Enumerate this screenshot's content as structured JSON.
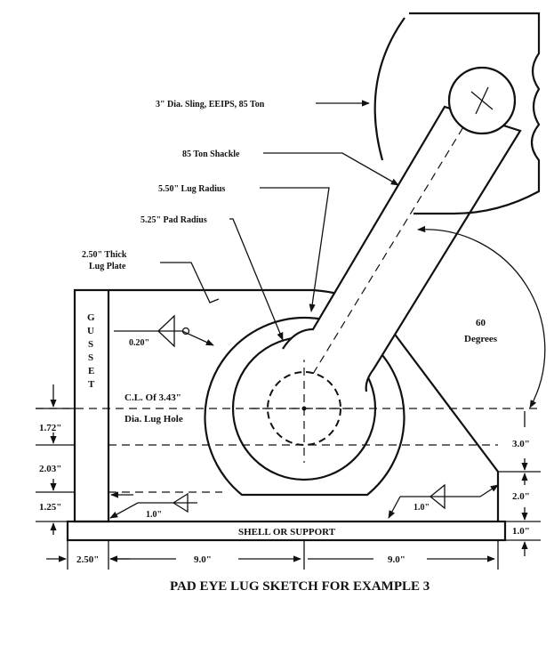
{
  "title": "PAD EYE LUG SKETCH FOR EXAMPLE 3",
  "callouts": {
    "sling": "3\" Dia. Sling, EEIPS, 85 Ton",
    "shackle": "85 Ton Shackle",
    "lug_radius": "5.50\" Lug Radius",
    "pad_radius": "5.25\" Pad Radius",
    "lug_plate_line1": "2.50\" Thick",
    "lug_plate_line2": "Lug Plate",
    "weld_top": "0.20\"",
    "cl_line1": "C.L. Of 3.43\"",
    "cl_line2": "Dia. Lug Hole",
    "angle_value": "60",
    "angle_unit": "Degrees",
    "weld_bottom_left": "1.0\"",
    "weld_bottom_right": "1.0\"",
    "support": "SHELL OR SUPPORT",
    "gusset": [
      "G",
      "U",
      "S",
      "S",
      "E",
      "T"
    ]
  },
  "dimensions": {
    "left": [
      "1.72\"",
      "2.03\"",
      "1.25\""
    ],
    "right": [
      "3.0\"",
      "2.0\"",
      "1.0\""
    ],
    "bottom": [
      "2.50\"",
      "9.0\"",
      "9.0\""
    ]
  }
}
